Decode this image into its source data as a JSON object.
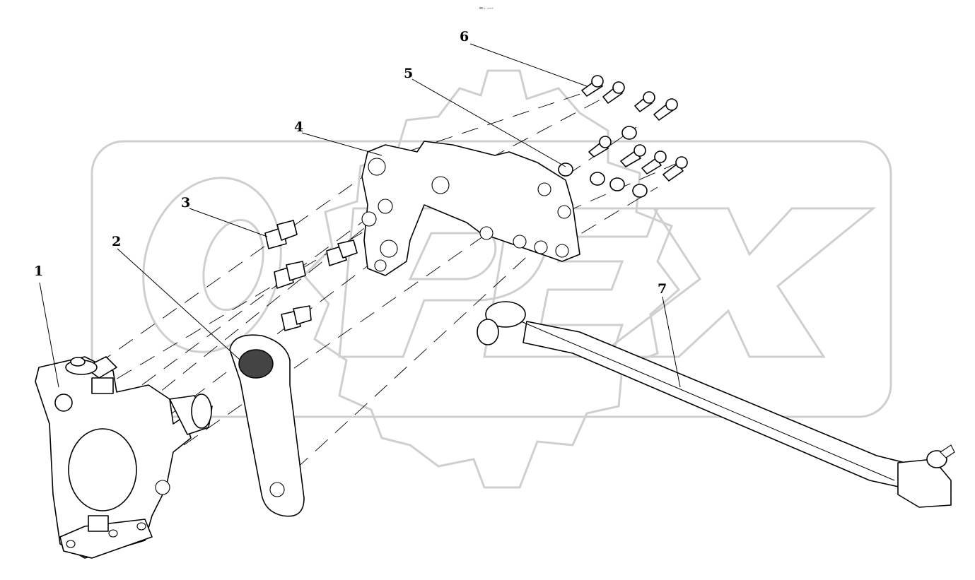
{
  "header_mark": "=- ---",
  "watermark": {
    "text": "OPEX",
    "color": "#cfcfcf"
  },
  "callouts": [
    {
      "id": "1",
      "label": "1"
    },
    {
      "id": "2",
      "label": "2"
    },
    {
      "id": "3",
      "label": "3"
    },
    {
      "id": "4",
      "label": "4"
    },
    {
      "id": "5",
      "label": "5"
    },
    {
      "id": "6",
      "label": "6"
    },
    {
      "id": "7",
      "label": "7"
    }
  ]
}
